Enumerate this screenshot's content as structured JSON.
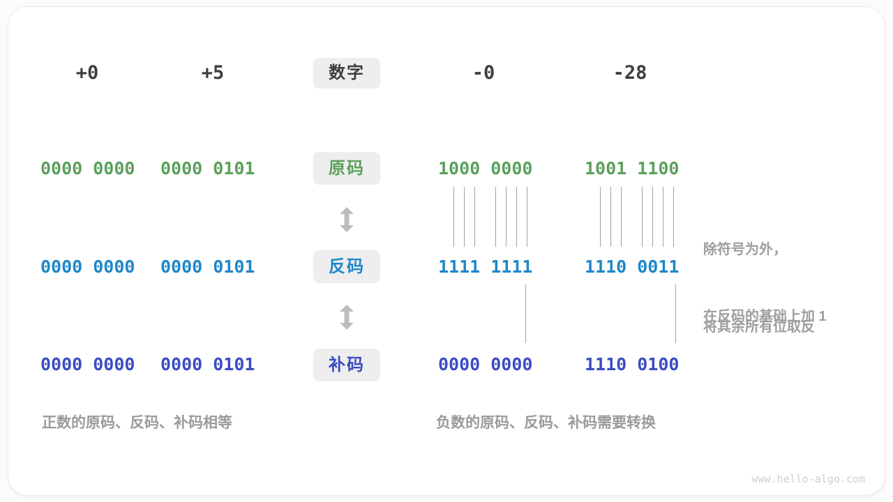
{
  "header": {
    "number_label": "数字",
    "columns": [
      "+0",
      "+5",
      "-0",
      "-28"
    ]
  },
  "rows": [
    {
      "name": "sign-magnitude",
      "label": "原码",
      "color": "#5ba05c",
      "values": [
        "0000 0000",
        "0000 0101",
        "1000 0000",
        "1001 1100"
      ]
    },
    {
      "name": "ones-complement",
      "label": "反码",
      "color": "#1d87c9",
      "values": [
        "0000 0000",
        "0000 0101",
        "1111 1111",
        "1110 0011"
      ]
    },
    {
      "name": "twos-complement",
      "label": "补码",
      "color": "#3b4cc0",
      "values": [
        "0000 0000",
        "0000 0101",
        "0000 0000",
        "1110 0100"
      ]
    }
  ],
  "annotations": {
    "invert_line1": "除符号为外，",
    "invert_line2": "将其余所有位取反",
    "add_one": "在反码的基础上加 1"
  },
  "captions": {
    "positive": "正数的原码、反码、补码相等",
    "negative": "负数的原码、反码、补码需要转换"
  },
  "footer": {
    "watermark": "www.hello-algo.com"
  },
  "colors": {
    "green": "#5ba05c",
    "blue": "#1d87c9",
    "indigo": "#3b4cc0",
    "gray_text": "#9e9e9e",
    "dark_text": "#3d3d3d",
    "badge_bg": "#eeeeee",
    "line": "#a0a0a0",
    "arrow": "#bdbdbd"
  }
}
